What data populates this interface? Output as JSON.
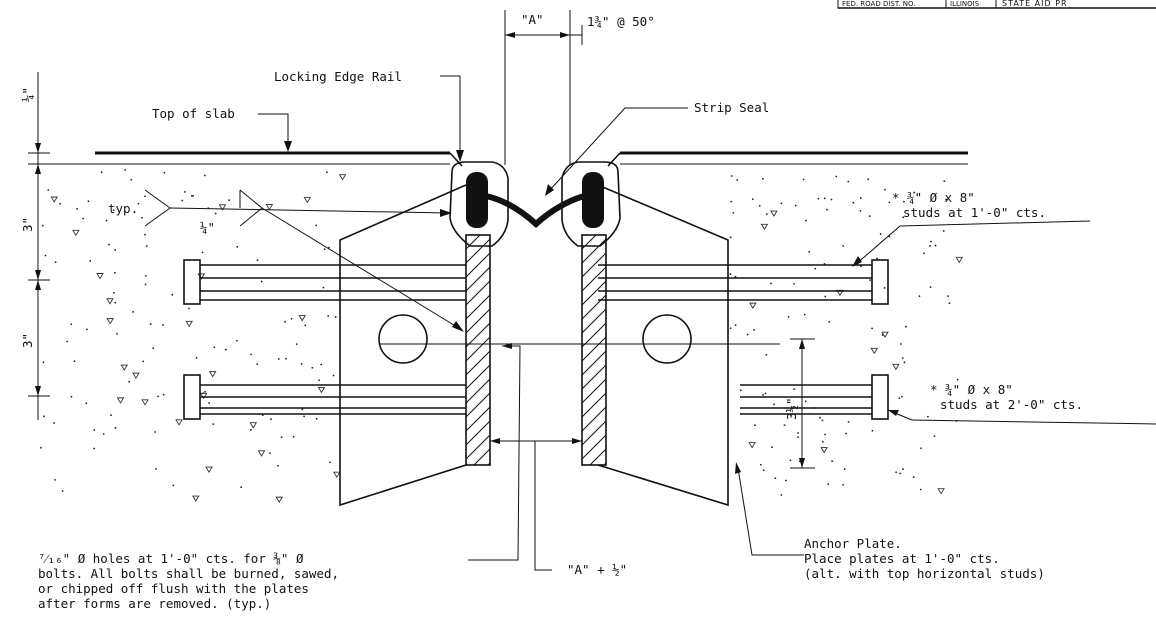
{
  "title_block": {
    "cell1": "FED. ROAD DIST. NO.",
    "cell2": "ILLINOIS",
    "cell3": "STATE AID PR"
  },
  "labels": {
    "dim_a": "\"A\"",
    "angle_note": "1¾\" @ 50°",
    "locking_edge_rail": "Locking Edge Rail",
    "strip_seal": "Strip Seal",
    "top_of_slab": "Top of slab",
    "typ": "typ.",
    "weld_size": "¼\"",
    "dim_quarter": "¼\"",
    "dim_3_top": "3\"",
    "dim_3_bottom": "3\"",
    "dim_3_half": "3½\"",
    "stud_top_line1": "* ¾\" Ø x 8\"",
    "stud_top_line2": "studs at 1'-0\" cts.",
    "stud_bottom_line1": "* ¾\" Ø x 8\"",
    "stud_bottom_line2": "studs at 2'-0\" cts.",
    "dim_a_plus": "\"A\" + ½\"",
    "anchor_line1": "Anchor Plate.",
    "anchor_line2": "Place plates at 1'-0\" cts.",
    "anchor_line3": "(alt. with top horizontal studs)",
    "holes_line1": "⁷⁄₁₆\" Ø holes at 1'-0\" cts. for ⅜\" Ø",
    "holes_line2": "bolts. All bolts shall be burned, sawed,",
    "holes_line3": "or chipped off flush with the plates",
    "holes_line4": "after forms are removed. (typ.)"
  }
}
